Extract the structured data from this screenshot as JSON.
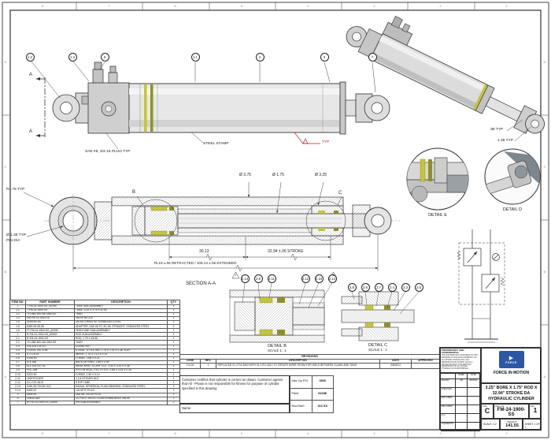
{
  "sheet": {
    "zones_top": [
      "8",
      "7",
      "6",
      "5",
      "4",
      "3",
      "2",
      "1"
    ],
    "zones_bottom": [
      "8",
      "7",
      "6",
      "5",
      "4",
      "3",
      "2",
      "1"
    ],
    "zones_left": [
      "D",
      "C",
      "B",
      "A"
    ],
    "zones_right": [
      "D",
      "C",
      "B",
      "A"
    ]
  },
  "annotations": {
    "section_label": "SECTION A-A",
    "detail_b": "DETAIL B",
    "detail_b_scale": "SCALE 1 : 1",
    "detail_c": "DETAIL C",
    "detail_c_scale": "SCALE 1 : 1",
    "detail_e": "DETAIL E",
    "detail_d": "DETAIL D",
    "steel_stamp": "STEEL STAMP",
    "sae_plug": "SAE #8, 3/4-16 PLUG TYP",
    "weld_typ": "TYP",
    "dim_88": ".88 TYP",
    "dim_138": "1.38 TYP",
    "radius_tang": "R1.75 TYP",
    "pin_dia_1": "Ø 1.38 TYP",
    "pin_dia_2": "PIN DIA",
    "dia_bore_od": "Ø 3.75",
    "dia_rod": "Ø 1.75",
    "dia_bore": "Ø 3.25",
    "dim_3013": "30.13",
    "dim_stroke": "32.94 ±.06 STROKE",
    "dim_lengths": "76.19 ±.06 RETRACTED / 109.13 ±.06 EXTENDED",
    "cut_letter_a": "A",
    "detail_letter_b": "B",
    "detail_letter_c": "C"
  },
  "callouts": {
    "assembly": [
      "1.2",
      "1.3",
      "5",
      "1.1",
      "2",
      "3",
      "7"
    ],
    "detail_b": [
      "2.13",
      "2.9",
      "2.11",
      "2.12",
      "2.10",
      "2.14"
    ],
    "detail_c": [
      "2.8",
      "2.6",
      "2.7",
      "2.4",
      "2.3",
      "2.5"
    ],
    "revision_flags": [
      "1",
      "1"
    ]
  },
  "parts_table": {
    "headers": [
      "ITEM NO.",
      "PART NUMBER",
      "DESCRIPTION",
      "QTY."
    ],
    "rows": [
      [
        "1",
        "T-FM-24-1900-SS_ASSM",
        "TUBE SUB-ASSEMBLY",
        "1"
      ],
      [
        "1.1",
        "T-FM-24-1900-SS",
        "TUBE, 3.25 X 3.75 X 42.50",
        "1"
      ],
      [
        "1.2",
        "TG-088-350-400-35M-SS",
        "TANG",
        "1"
      ],
      [
        "1.3",
        "VB-FM-24-1900-SS",
        "VALVE BLOCK",
        "1"
      ],
      [
        "1.4",
        "S008-90-SS",
        "3/4-16 O-RING 90, STAINLESS STEEL",
        "2"
      ],
      [
        "1.5",
        "6400-08-08-SS",
        "ADAPTER, SAE #8 TO JIC #8, STRAIGHT, STAINLESS STEEL",
        "2"
      ],
      [
        "1.6",
        "FT-FM-24-1900-SS_ASSM",
        "FEEDTUBE SUB-ASSEMBLY",
        "1"
      ],
      [
        "2",
        "R-FM-24-1900-SS_ASSM",
        "ROD SUB-ASSEMBLY",
        "1"
      ],
      [
        "2.1",
        "R-FM-24-1900-SS",
        "ROD, 1.75 X 48.56",
        "1"
      ],
      [
        "2.2",
        "TG-088-350-400-35M-SS",
        "TANG",
        "1"
      ],
      [
        "2.3",
        "GN-325-175-SS",
        "GLAND NUT",
        "1"
      ],
      [
        "2.4",
        "P23031-750-3756",
        "U-SEAL, STYLE 850, 1.75 X 2.25 X 0.38, B-UP",
        "1"
      ],
      [
        "2.5",
        "ST-175-XL",
        "WIPER, 1.75 X 2.13 X 0.19",
        "1"
      ],
      [
        "2.6",
        "S338-90",
        "O-RING, 2.88 X 0.21",
        "1"
      ],
      [
        "2.7",
        "574-338",
        "BACK-UP RING, 2.88 X 0.06",
        "1"
      ],
      [
        "2.8",
        "612-325-037-SC",
        "WEAR RING, SCARF CUT, 3.00 X 3.25 X 0.38",
        "2"
      ],
      [
        "2.9",
        "PSC-306",
        "PISTON SEAL, PSC STYLE, 2.88 X 3.25 X 0.26",
        "1"
      ],
      [
        "2.10",
        "S222-90",
        "O-RING, 1.50 X 0.14",
        "1"
      ],
      [
        "2.11",
        "100FSTOVER",
        "1-1/4 STOVER NUT",
        "1"
      ],
      [
        "2.12",
        "S1-1721-3013",
        "STOP TUBE",
        "1"
      ],
      [
        "2.13",
        "GSH-35-TXGJE-2LS",
        "RADIAL SPHERICAL PLAIN BEARING, STAINLESS STEEL",
        "2"
      ],
      [
        "2.14",
        "5409-02",
        "1/8 NPTF PLUG",
        "1"
      ],
      [
        "3",
        "6409-08",
        "SAE #8, 3/4-16 PLUG",
        "2"
      ],
      [
        "5",
        "CBEA-LAN",
        "3:1 PILOT RATIO COUNTERBALANCE VALVE",
        "2"
      ],
      [
        "7",
        "IP-FM-24-1900-SS_ASSM",
        "PIN SUB-ASSEMBLY",
        "2"
      ]
    ]
  },
  "revision_table": {
    "title": "REVISIONS",
    "headers": [
      "ZONE",
      "REV.",
      "DESCRIPTION",
      "DATE",
      "APPROVED"
    ],
    "rows": [
      [
        "C4-C6",
        "1",
        "REPLACED 01-1701-3063 WITH 01-1701-3013 TO CREATE MORE ROOM FOR WELD BETWEEN GLAND AND TANG",
        "3/8/2024",
        ""
      ]
    ]
  },
  "notes": {
    "customer_note": "Customer certifies that cylinder is correct as drawn. Customer agrees that All - Phase is not responsible for fitness for purpose of cylinder specified in this drawing",
    "name_label": "Name"
  },
  "specs": {
    "rows": [
      {
        "label": "Max Op PSI",
        "value": "3500"
      },
      {
        "label": "Paint",
        "value": "NONE"
      },
      {
        "label": "Rod Mat'l",
        "value": "316 SS"
      }
    ]
  },
  "title_block": {
    "proprietary_title": "PROPRIETARY AND CONFIDENTIAL",
    "proprietary_body": "THE INFORMATION CONTAINED IN THIS DRAWING IS THE SOLE PROPERTY OF ALL-PHASE HYDRAULICS. ANY REPRODUCTION IN PART OR AS A WHOLE WITHOUT THE WRITTEN PERMISSION OF ALL-PHASE HYDRAULICS IS PROHIBITED.",
    "approval_headers": [
      "NAME",
      "DATE"
    ],
    "approval_rows": [
      {
        "label": "DRAWN",
        "name": "CB",
        "date": "3/8/2024"
      },
      {
        "label": "CHECKED",
        "name": "",
        "date": ""
      },
      {
        "label": "ENG APPR.",
        "name": "",
        "date": ""
      },
      {
        "label": "MFG APPR.",
        "name": "",
        "date": ""
      },
      {
        "label": "Q.A.",
        "name": "",
        "date": ""
      },
      {
        "label": "COMMENTS:",
        "name": "",
        "date": ""
      }
    ],
    "company": "FORCE IN MOTION",
    "logo_text": "FORCE",
    "title_line1": "3.25\" BORE X 1.75\" ROD X",
    "title_line2": "32.94\" STROKE DA",
    "title_line3": "HYDRAULIC CYLINDER",
    "size_label": "SIZE",
    "size": "C",
    "dwg_label": "DWG. NO.",
    "dwg_no": "FM-24-1900-SS",
    "rev_label": "REV",
    "rev": "1",
    "scale": "SCALE: 1:2",
    "weight_label": "WEIGHT:",
    "weight": "141.55",
    "sheet": "SHEET 1 OF 1"
  }
}
